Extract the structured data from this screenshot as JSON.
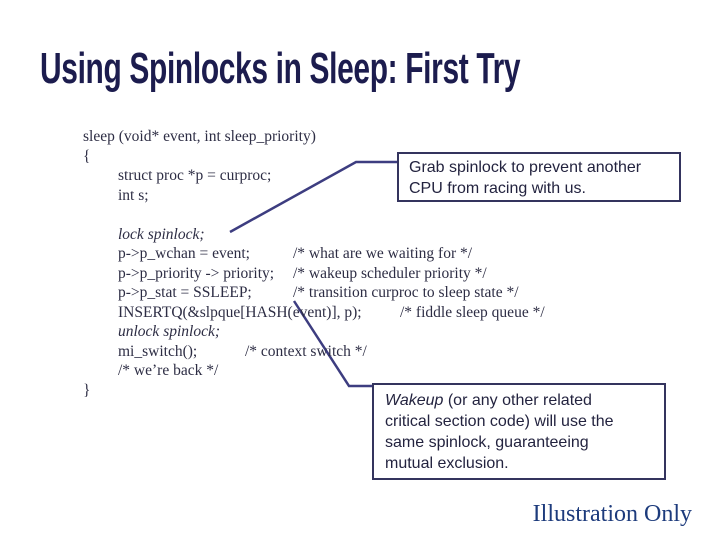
{
  "slide": {
    "title": "Using Spinlocks in Sleep: First Try",
    "footer": "Illustration Only"
  },
  "code_lines": [
    {
      "code": "sleep (void* event, int sleep_priority)"
    },
    {
      "code": "{"
    },
    {
      "code": "struct proc *p = curproc;"
    },
    {
      "code": "int s;"
    },
    {
      "code": ""
    },
    {
      "code": "lock spinlock;"
    },
    {
      "code": "p->p_wchan = event;",
      "comment": "/* what are we waiting for */"
    },
    {
      "code": "p->p_priority -> priority;",
      "comment": "/* wakeup scheduler priority */"
    },
    {
      "code": "p->p_stat = SSLEEP;",
      "comment": "/* transition curproc to sleep state */"
    },
    {
      "code": "INSERTQ(&slpque[HASH(event)], p);",
      "comment": "/* fiddle sleep queue */"
    },
    {
      "code": "unlock spinlock;"
    },
    {
      "code": "mi_switch();",
      "comment": "/* context switch */"
    },
    {
      "code": "/* we’re back */"
    },
    {
      "code": "}"
    }
  ],
  "callouts": {
    "grab": {
      "line1": "Grab spinlock to prevent another",
      "line2": "CPU from racing with us."
    },
    "wakeup": {
      "lead_italic": "Wakeup",
      "line1_rest": " (or any other related",
      "line2": "critical section code) will use the",
      "line3": "same spinlock, guaranteeing",
      "line4": "mutual exclusion."
    }
  },
  "colors": {
    "title_navy": "#1c1c4e",
    "code_ink": "#2d2d44",
    "callout_border_navy": "#34345e",
    "connector_indigo": "#3d3d80",
    "footer_blue": "#1d3b7c",
    "background": "#ffffff"
  }
}
